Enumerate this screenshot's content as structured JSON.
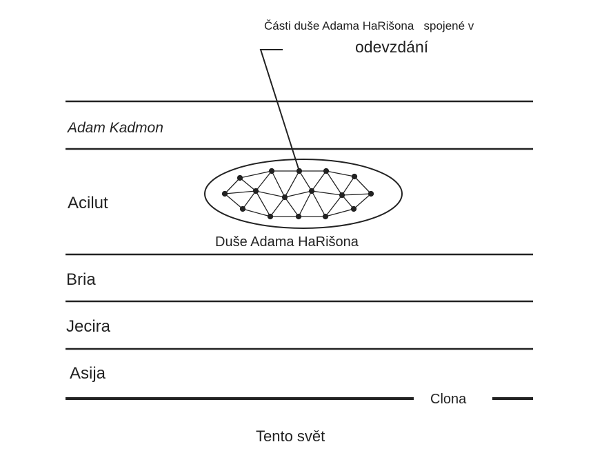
{
  "top_label": {
    "line1": "Části duše Adama HaRišona   spojené v",
    "line2": "odevzdání"
  },
  "worlds": [
    "Adam Kadmon",
    "Acilut",
    "Bria",
    "Jecira",
    "Asija"
  ],
  "soul_label": "Duše Adama HaRišona",
  "curtain_label": "Clona",
  "bottom_label": "Tento svět"
}
